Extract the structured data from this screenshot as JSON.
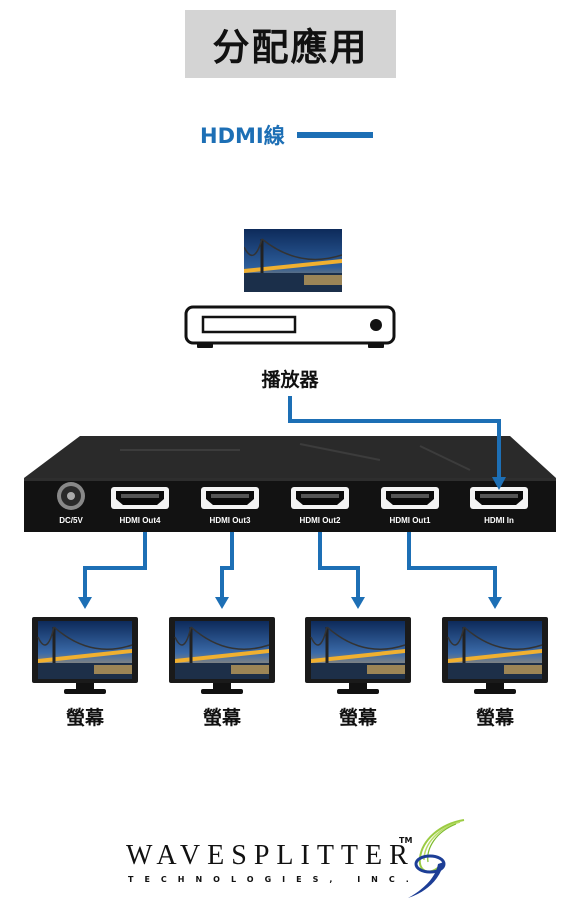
{
  "title": "分配應用",
  "legend": {
    "label": "HDMI線",
    "color": "#1d6fb5"
  },
  "player": {
    "label": "播放器"
  },
  "splitter": {
    "ports": [
      {
        "label": "DC/5V"
      },
      {
        "label": "HDMI Out4"
      },
      {
        "label": "HDMI Out3"
      },
      {
        "label": "HDMI Out2"
      },
      {
        "label": "HDMI Out1"
      },
      {
        "label": "HDMI In"
      }
    ]
  },
  "screens": [
    {
      "label": "螢幕"
    },
    {
      "label": "螢幕"
    },
    {
      "label": "螢幕"
    },
    {
      "label": "螢幕"
    }
  ],
  "logo": {
    "name": "WaveSplitter",
    "main": "WAVESPLITTER",
    "sub": "TECHNOLOGIES, INC.",
    "tm": "TM"
  }
}
